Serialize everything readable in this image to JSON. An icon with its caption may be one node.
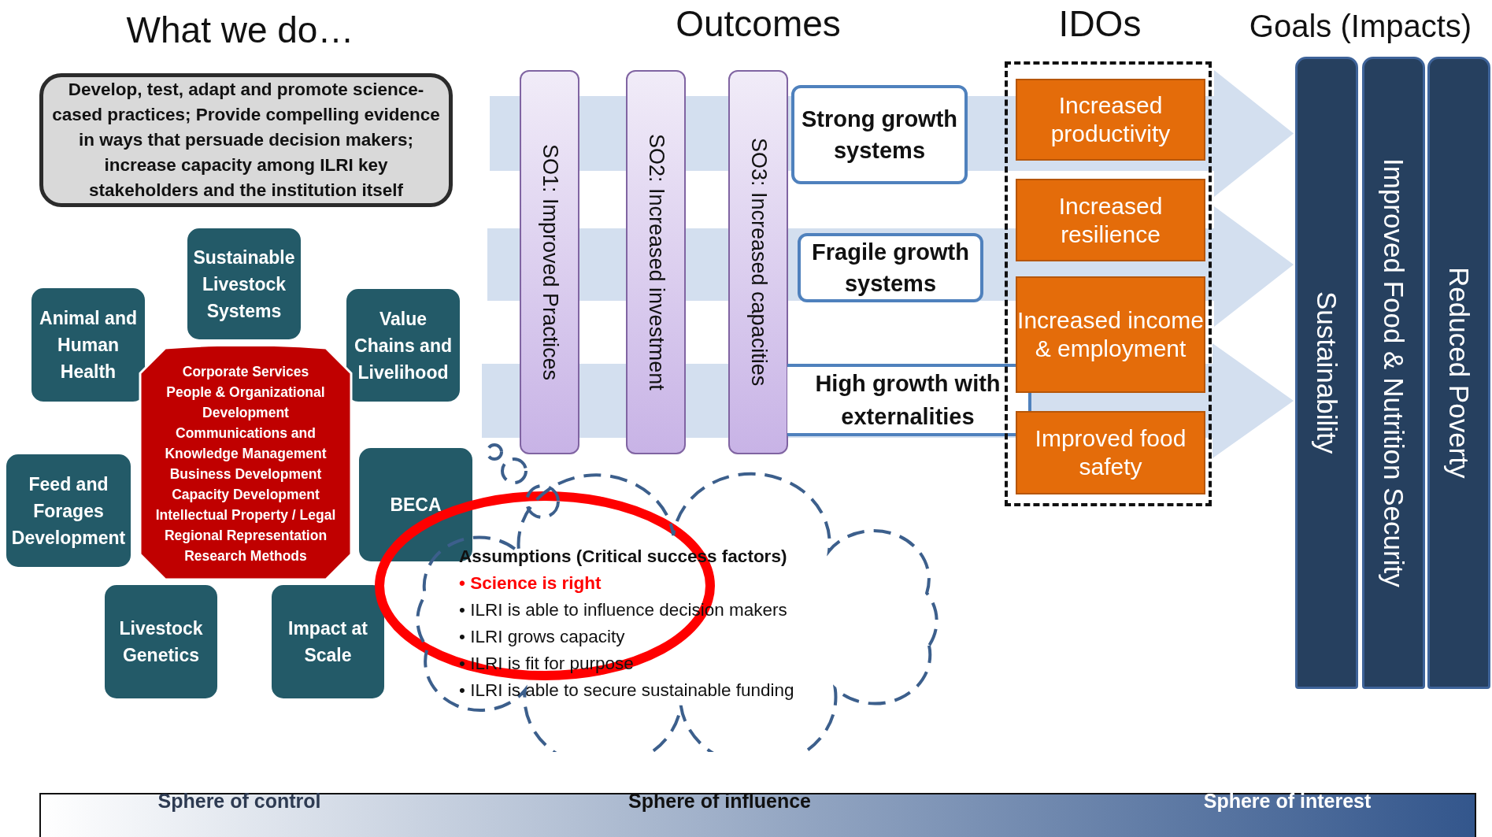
{
  "diagram": {
    "nodes": [
      {
        "text": [
          "Develop, test, adapt and promote science-cased practices; Provide compelling evidence in ways that persuade decision makers; increase capacity among ILRI key stakeholders and the institution itself"
        ]
      },
      {
        "text": [
          "Sustainable Livestock Systems"
        ]
      },
      {
        "text": [
          "Animal and Human Health"
        ]
      },
      {
        "text": [
          "Value Chains and Livelihood"
        ]
      },
      {
        "text": [
          "Corporate Services",
          "People & Organizational Development",
          "Communications and Knowledge Management",
          "Business Development",
          "Capacity Development",
          "Intellectual Property / Legal",
          "Regional Representation",
          "Research Methods"
        ]
      },
      {
        "text": [
          "Feed and Forages Development"
        ]
      },
      {
        "text": [
          "BECA"
        ]
      },
      {
        "text": [
          "Livestock Genetics"
        ]
      },
      {
        "text": [
          "Impact at Scale"
        ]
      },
      {
        "text": [
          "SO1: Improved Practices"
        ]
      },
      {
        "text": [
          "SO2: Increased investment"
        ]
      },
      {
        "text": [
          "SO3: Increased capacities"
        ]
      },
      {
        "text": [
          "Strong growth systems"
        ]
      },
      {
        "text": [
          "Fragile growth systems"
        ]
      },
      {
        "text": [
          "High growth with externalities"
        ]
      },
      {
        "text": [],
        "shape": "box"
      },
      {
        "text": [
          "Increased productivity"
        ],
        "in": 15
      },
      {
        "text": [
          "Increased resilience"
        ],
        "in": 15
      },
      {
        "text": [
          "Increased income & employment"
        ],
        "in": 15
      },
      {
        "text": [
          "Improved food safety"
        ],
        "in": 15
      },
      {
        "text": [
          "Sustainability"
        ]
      },
      {
        "text": [
          "Improved Food & Nutrition Security"
        ]
      },
      {
        "text": [
          "Reduced Poverty"
        ]
      },
      {
        "text": [
          "Assumptions (Critical success factors)",
          "• Science is right",
          "• ILRI is able to influence decision makers",
          "• ILRI grows capacity",
          "• ILRI is fit for purpose",
          "• ILRI is able to secure sustainable funding"
        ]
      },
      {
        "text": [
          "Sphere of control",
          "Sphere of influence",
          "Sphere of interest"
        ]
      }
    ],
    "edges": [
      {
        "from": null,
        "to": 20,
        "arrow": "to",
        "style": "thick"
      },
      {
        "from": null,
        "to": 20,
        "arrow": "to",
        "style": "thick"
      },
      {
        "from": null,
        "to": 20,
        "arrow": "to",
        "style": "thick"
      }
    ],
    "labels": [
      "What we do…",
      "Outcomes",
      "IDOs",
      "Goals (Impacts)"
    ]
  }
}
